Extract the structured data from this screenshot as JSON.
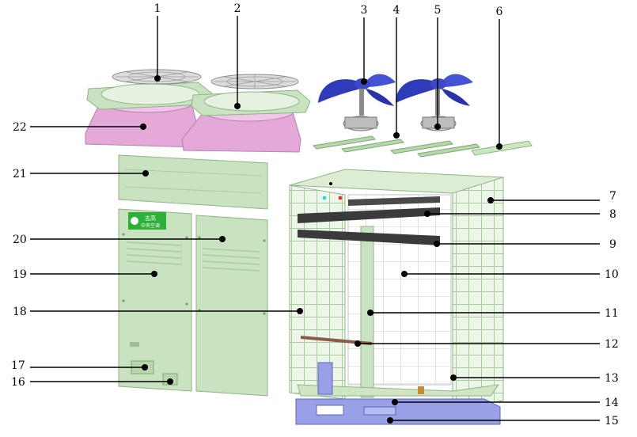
{
  "labels": [
    {
      "id": "p1",
      "text": "1"
    },
    {
      "id": "p2",
      "text": "2"
    },
    {
      "id": "p3",
      "text": "3"
    },
    {
      "id": "p4",
      "text": "4"
    },
    {
      "id": "p5",
      "text": "5"
    },
    {
      "id": "p6",
      "text": "6"
    },
    {
      "id": "p7",
      "text": "7"
    },
    {
      "id": "p8",
      "text": "8"
    },
    {
      "id": "p9",
      "text": "9"
    },
    {
      "id": "p10",
      "text": "10"
    },
    {
      "id": "p11",
      "text": "11"
    },
    {
      "id": "p12",
      "text": "12"
    },
    {
      "id": "p13",
      "text": "13"
    },
    {
      "id": "p14",
      "text": "14"
    },
    {
      "id": "p15",
      "text": "15"
    },
    {
      "id": "p16",
      "text": "16"
    },
    {
      "id": "p17",
      "text": "17"
    },
    {
      "id": "p18",
      "text": "18"
    },
    {
      "id": "p19",
      "text": "19"
    },
    {
      "id": "p20",
      "text": "20"
    },
    {
      "id": "p21",
      "text": "21"
    },
    {
      "id": "p22",
      "text": "22"
    }
  ],
  "colors": {
    "panel_green": "#c9e2bf",
    "panel_edge": "#8fb487",
    "fan_ring_pink": "#e4a9d6",
    "fan_blade_blue": "#2f3bb8",
    "base_blue": "#9aa0e8",
    "grille_silver": "#c8c8c8",
    "rail_dark": "#3a3a3a",
    "logo_green": "#2fae3a"
  },
  "logo": {
    "line1": "志高",
    "line2": "中央空调"
  }
}
